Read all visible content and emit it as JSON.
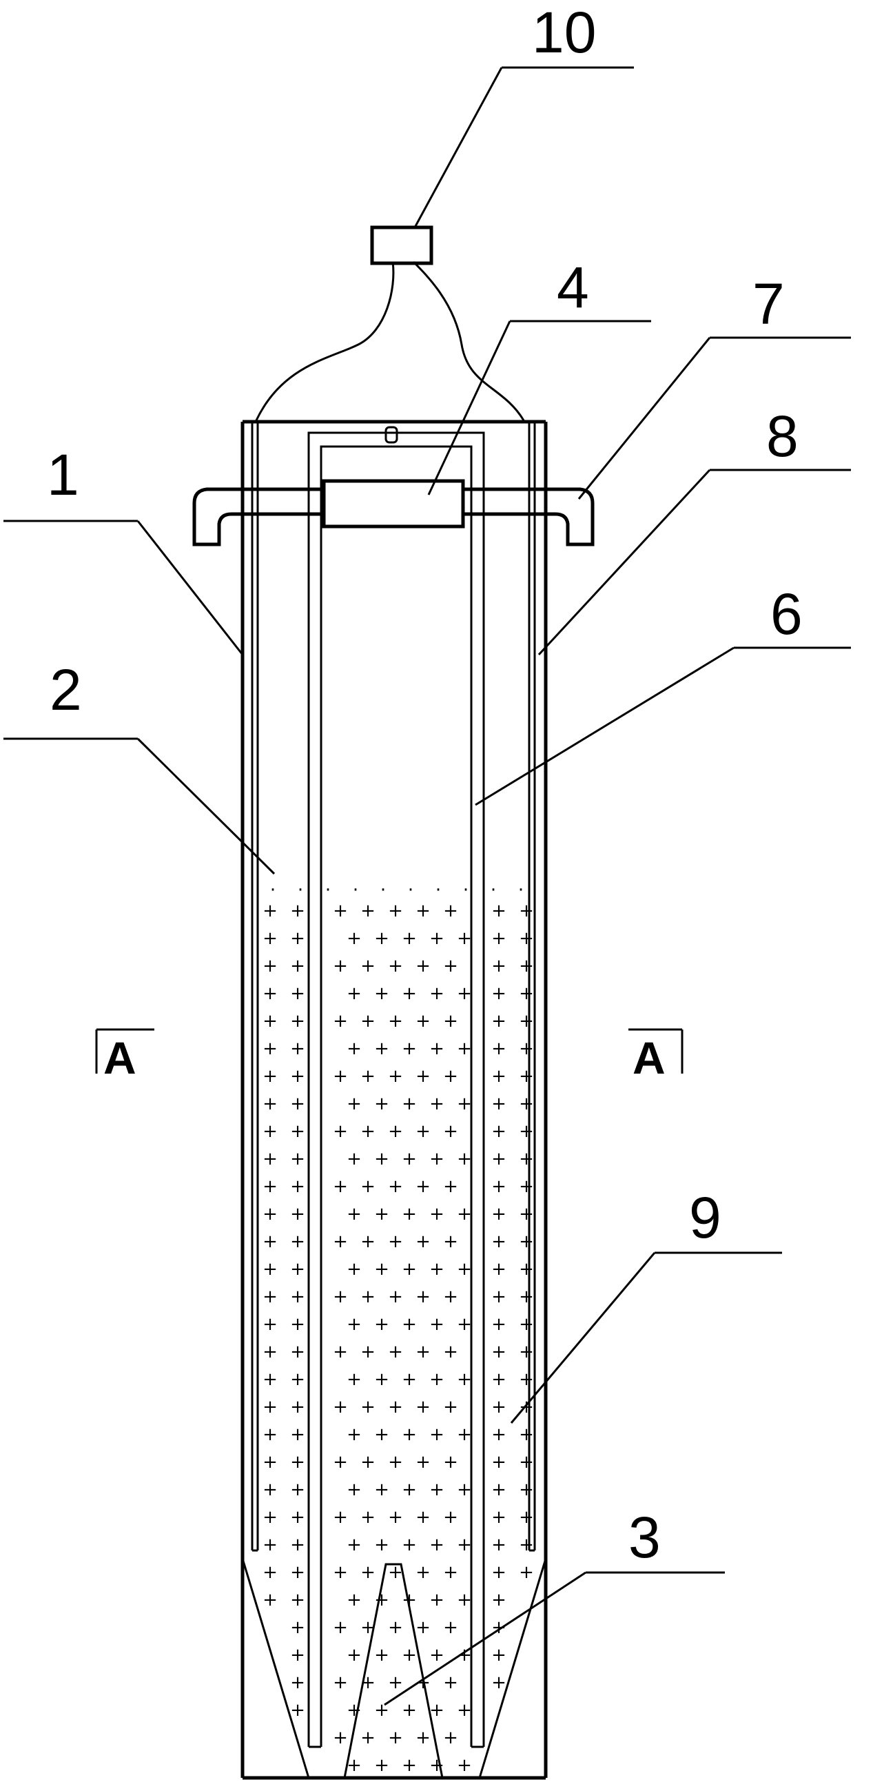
{
  "labels": {
    "l1": "1",
    "l2": "2",
    "l3": "3",
    "l4": "4",
    "l6": "6",
    "l7": "7",
    "l8": "8",
    "l9": "9",
    "l10": "10"
  },
  "section": {
    "left": "A",
    "right": "A"
  }
}
